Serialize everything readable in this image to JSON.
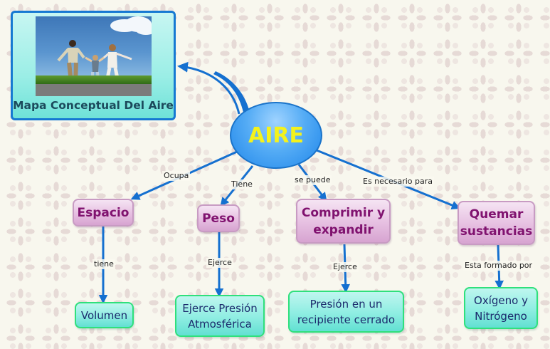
{
  "diagram": {
    "central_node": {
      "label": "AIRE",
      "color": "#2a8cf0",
      "text_color": "#f4f21c"
    },
    "image_node": {
      "caption": "Mapa Conceptual Del Aire",
      "image": "family-running-on-grass-photo"
    },
    "first_level": [
      {
        "id": "espacio",
        "label": "Espacio",
        "link_label": "Ocupa"
      },
      {
        "id": "peso",
        "label": "Peso",
        "link_label": "Tiene"
      },
      {
        "id": "comprimir",
        "label": "Comprimir y expandir",
        "line1": "Comprimir y",
        "line2": "expandir",
        "link_label": "se puede"
      },
      {
        "id": "quemar",
        "label": "Quemar sustancias",
        "line1": "Quemar",
        "line2": "sustancias",
        "link_label": "Es necesario para"
      }
    ],
    "second_level": [
      {
        "parent": "espacio",
        "label": "Volumen",
        "link_label": "tiene"
      },
      {
        "parent": "peso",
        "label": "Ejerce Presión Atmosférica",
        "line1": "Ejerce Presión",
        "line2": "Atmosférica",
        "link_label": "Ejerce"
      },
      {
        "parent": "comprimir",
        "label": "Presión en un recipiente cerrado",
        "line1": "Presión en un",
        "line2": "recipiente cerrado",
        "link_label": "Ejerce"
      },
      {
        "parent": "quemar",
        "label": "Oxígeno y Nitrógeno",
        "line1": "Oxígeno y",
        "line2": "Nitrógeno",
        "link_label": "Esta formado por"
      }
    ],
    "colors": {
      "link": "#1570d0",
      "first_level_fill": "#e6bfe1",
      "first_level_text": "#80126f",
      "second_level_fill": "#8eede2",
      "second_level_border": "#2fe07c",
      "second_level_text": "#1b2a6c",
      "background": "#f8f7ee"
    }
  }
}
